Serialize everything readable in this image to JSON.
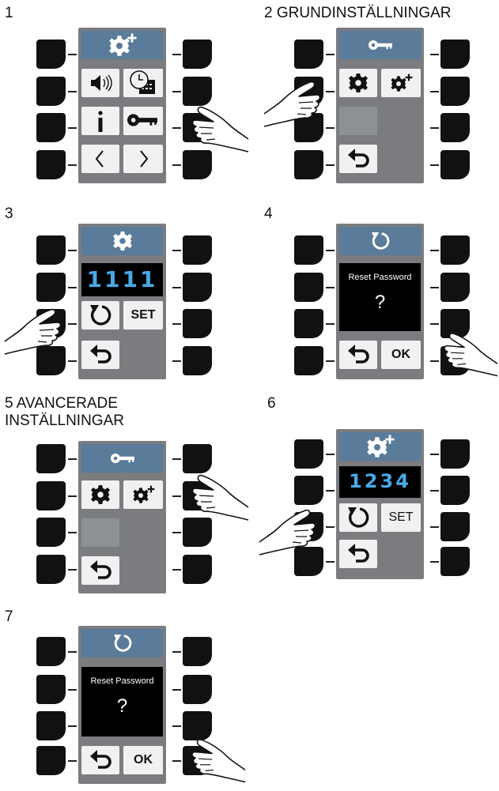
{
  "steps": [
    {
      "number": "1"
    },
    {
      "title": "2 GRUNDINSTÄLLNINGAR"
    },
    {
      "number": "3",
      "display": "1111",
      "set_label": "SET"
    },
    {
      "number": "4",
      "dialog_title": "Reset Password",
      "dialog_question": "?",
      "ok_label": "OK"
    },
    {
      "title": "5 AVANCERADE\nINSTÄLLNINGAR"
    },
    {
      "number": "6",
      "display": "1234",
      "set_label": "SET"
    },
    {
      "number": "7",
      "dialog_title": "Reset Password",
      "dialog_question": "?",
      "ok_label": "OK"
    }
  ],
  "colors": {
    "panel": "#7a7c80",
    "header": "#5a7b9a",
    "button": "#f1f1f1",
    "key": "#111111",
    "pin_text": "#4aa8e8"
  },
  "icons": [
    "gear-plus-icon",
    "gear-icon",
    "key-icon",
    "speaker-icon",
    "clock-calendar-icon",
    "info-icon",
    "chevron-left-icon",
    "chevron-right-icon",
    "reset-icon",
    "back-arrow-icon",
    "pointing-hand-icon"
  ]
}
